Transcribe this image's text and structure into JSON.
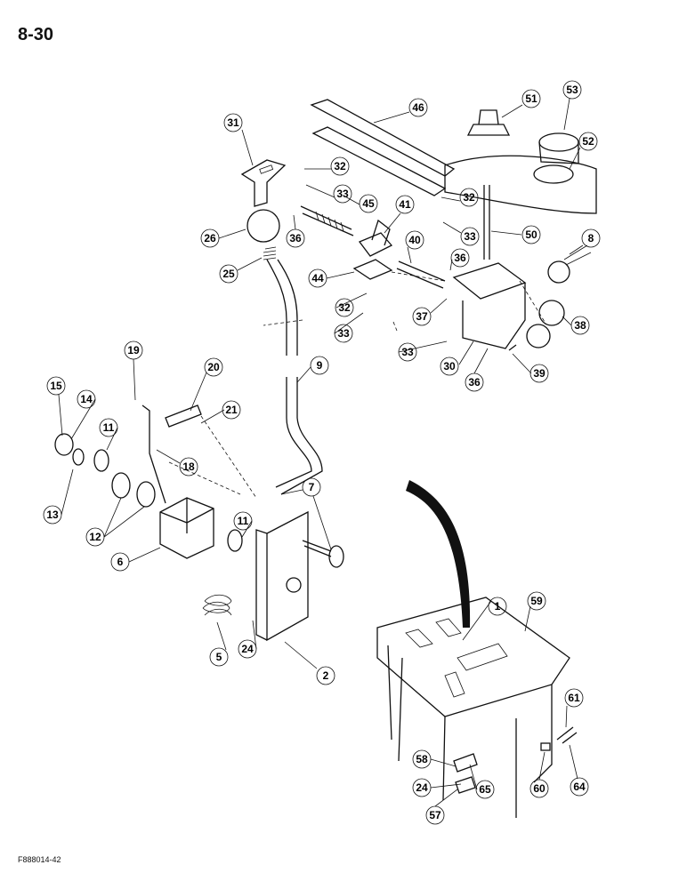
{
  "page": {
    "number": "8-30",
    "figure_code": "F888014-42"
  },
  "callouts": [
    "1",
    "2",
    "5",
    "6",
    "7",
    "8",
    "9",
    "11",
    "11",
    "12",
    "13",
    "14",
    "15",
    "18",
    "19",
    "20",
    "21",
    "24",
    "24",
    "25",
    "26",
    "30",
    "31",
    "32",
    "32",
    "32",
    "33",
    "33",
    "33",
    "33",
    "36",
    "36",
    "36",
    "37",
    "38",
    "39",
    "40",
    "41",
    "44",
    "45",
    "46",
    "50",
    "51",
    "52",
    "53",
    "57",
    "58",
    "59",
    "60",
    "61",
    "64",
    "65"
  ]
}
